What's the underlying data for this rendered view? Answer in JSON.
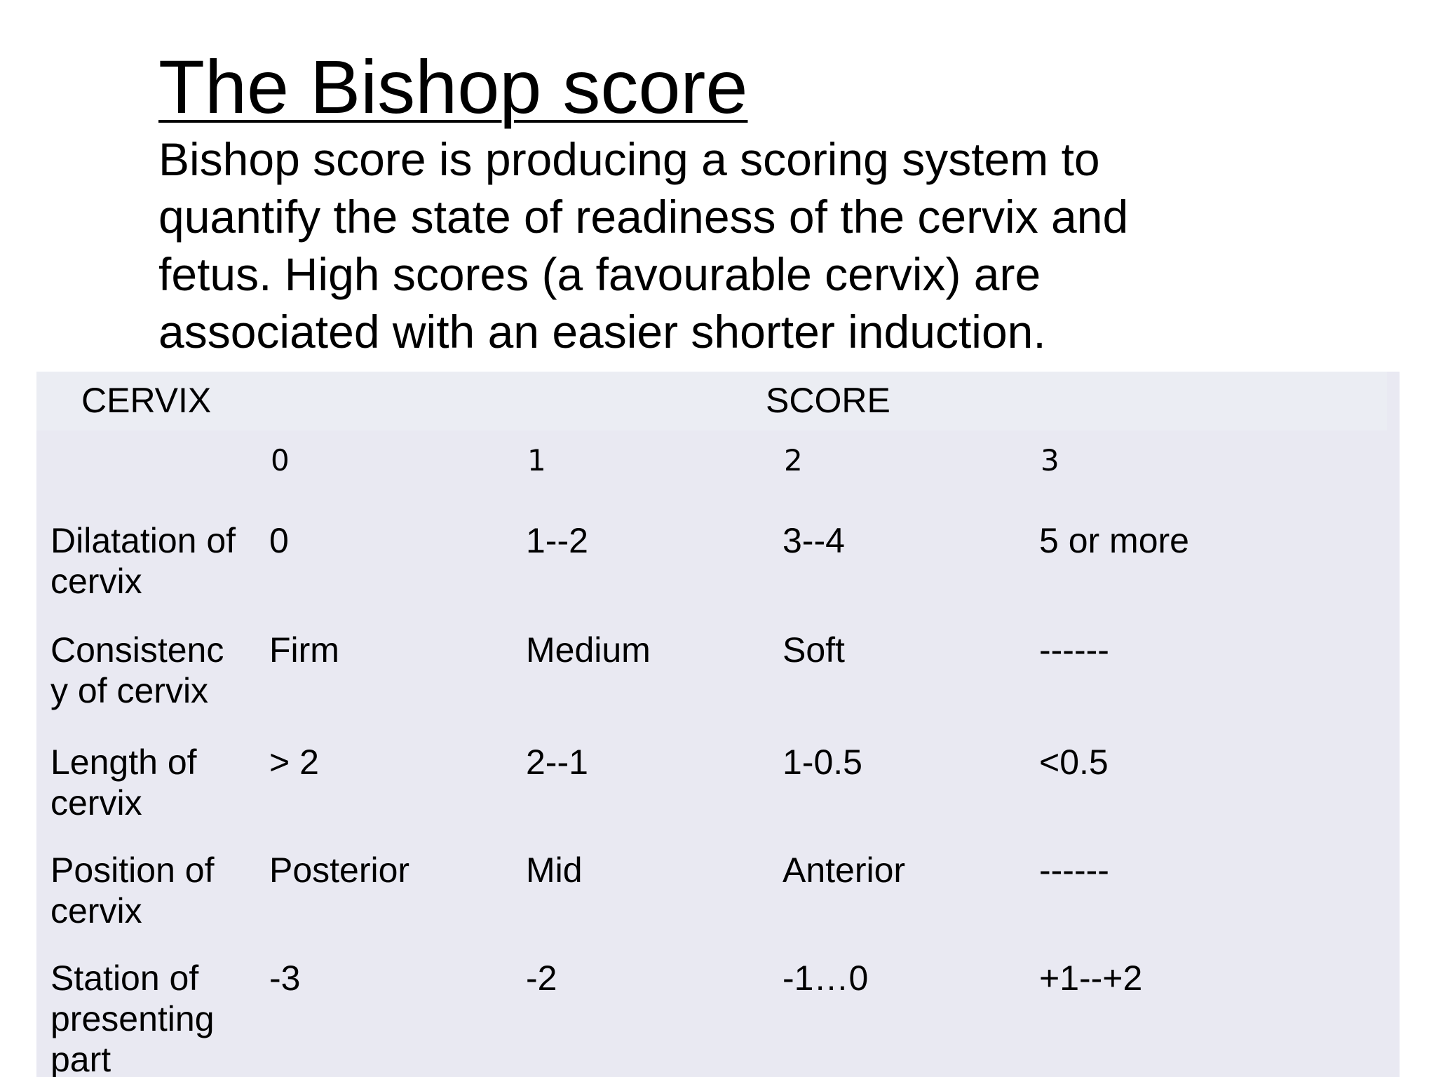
{
  "title": "The Bishop score",
  "intro_lines": [
    "Bishop score is producing a scoring system to",
    "quantify the state of readiness of the cervix and",
    "fetus. High scores (a favourable cervix) are",
    "associated with an easier shorter induction."
  ],
  "table": {
    "header_left": "CERVIX",
    "header_right": "SCORE",
    "score_columns": [
      "0",
      "1",
      "2",
      "3"
    ],
    "rows": [
      {
        "label": [
          "Dilatation of",
          "cervix"
        ],
        "values": [
          "0",
          "1--2",
          "3--4",
          "5 or more"
        ]
      },
      {
        "label": [
          "Consistenc",
          "y of cervix"
        ],
        "values": [
          "Firm",
          "Medium",
          "Soft",
          "------"
        ]
      },
      {
        "label": [
          "Length of",
          "cervix"
        ],
        "values": [
          "> 2",
          "2--1",
          "1-0.5",
          "<0.5"
        ]
      },
      {
        "label": [
          "Position of",
          "cervix"
        ],
        "values": [
          "Posterior",
          "Mid",
          "Anterior",
          "------"
        ]
      },
      {
        "label": [
          "Station of",
          "presenting",
          "part"
        ],
        "values": [
          "-3",
          "-2",
          "-1…0",
          "+1--+2"
        ]
      }
    ]
  }
}
